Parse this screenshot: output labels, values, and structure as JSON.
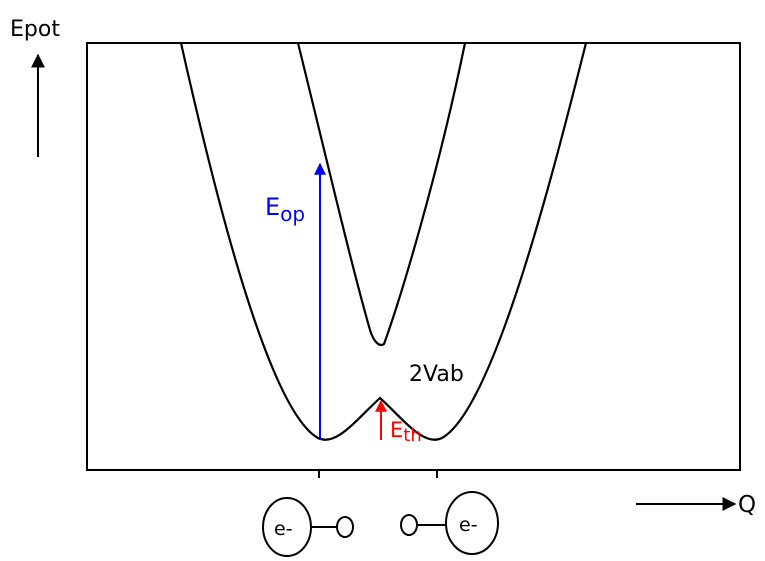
{
  "labels": {
    "y_axis": "Epot",
    "x_axis": "Q",
    "optical_energy": {
      "main": "E",
      "sub": "op"
    },
    "thermal_energy": {
      "main": "E",
      "sub": "th"
    },
    "coupling": "2Vab"
  },
  "molecules": [
    {
      "electron_label": "e-",
      "electron_side": "left"
    },
    {
      "electron_label": "e-",
      "electron_side": "right"
    }
  ],
  "colors": {
    "optical_arrow": "#0000ff",
    "thermal_arrow": "#ff0000",
    "curves": "#000000"
  }
}
